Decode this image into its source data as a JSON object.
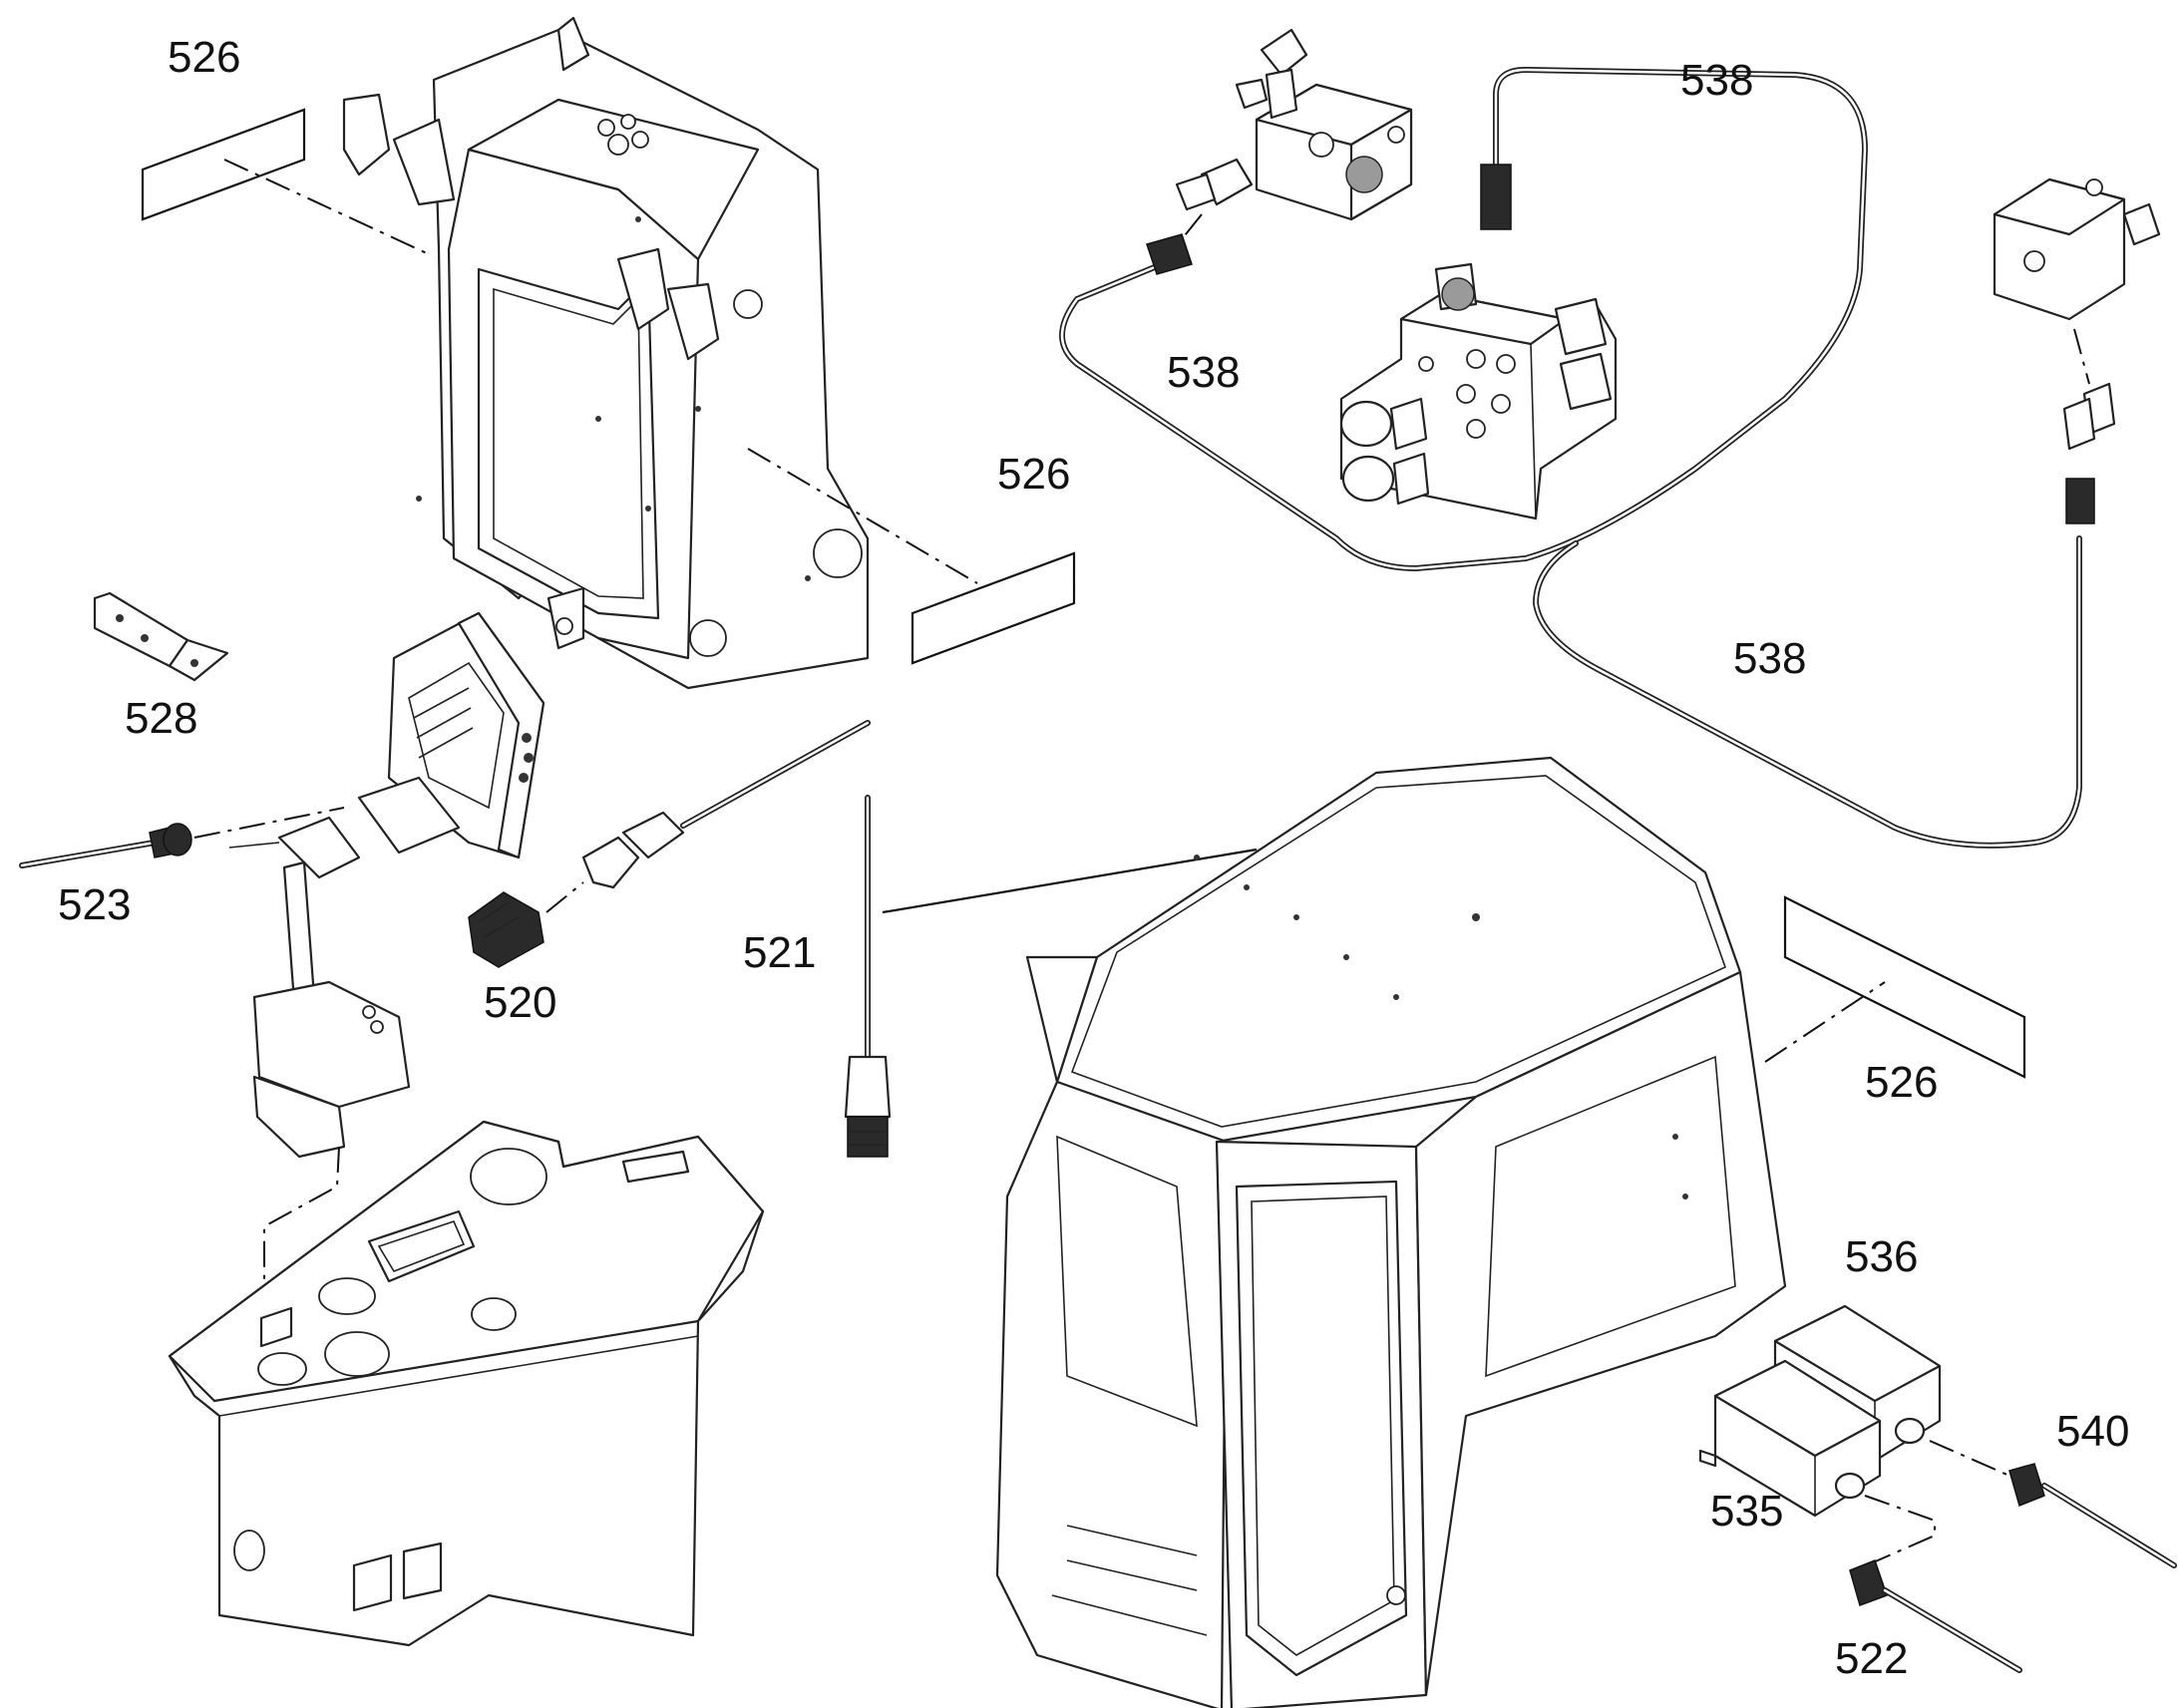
{
  "callouts": {
    "c526_top": "526",
    "c526_mid": "526",
    "c526_right": "526",
    "c528": "528",
    "c523": "523",
    "c520": "520",
    "c521": "521",
    "c538_top": "538",
    "c538_mid": "538",
    "c538_right": "538",
    "c536": "536",
    "c535": "535",
    "c540": "540",
    "c522": "522"
  },
  "colors": {
    "line": "#222222",
    "background": "#ffffff"
  }
}
